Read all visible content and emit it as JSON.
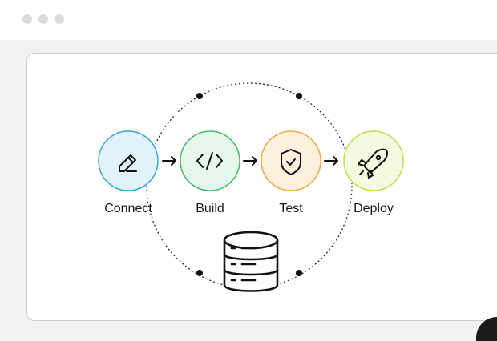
{
  "steps": [
    {
      "label": "Connect",
      "icon": "pencil-icon",
      "fill": "#e3f3fb",
      "stroke": "#3aa3d4"
    },
    {
      "label": "Build",
      "icon": "code-icon",
      "fill": "#e4f7ea",
      "stroke": "#48b96a"
    },
    {
      "label": "Test",
      "icon": "shield-check-icon",
      "fill": "#fdf1de",
      "stroke": "#eea94a"
    },
    {
      "label": "Deploy",
      "icon": "rocket-icon",
      "fill": "#f4fadf",
      "stroke": "#bfdc56"
    }
  ],
  "center_icon": "database-icon",
  "ink_color": "#111111"
}
